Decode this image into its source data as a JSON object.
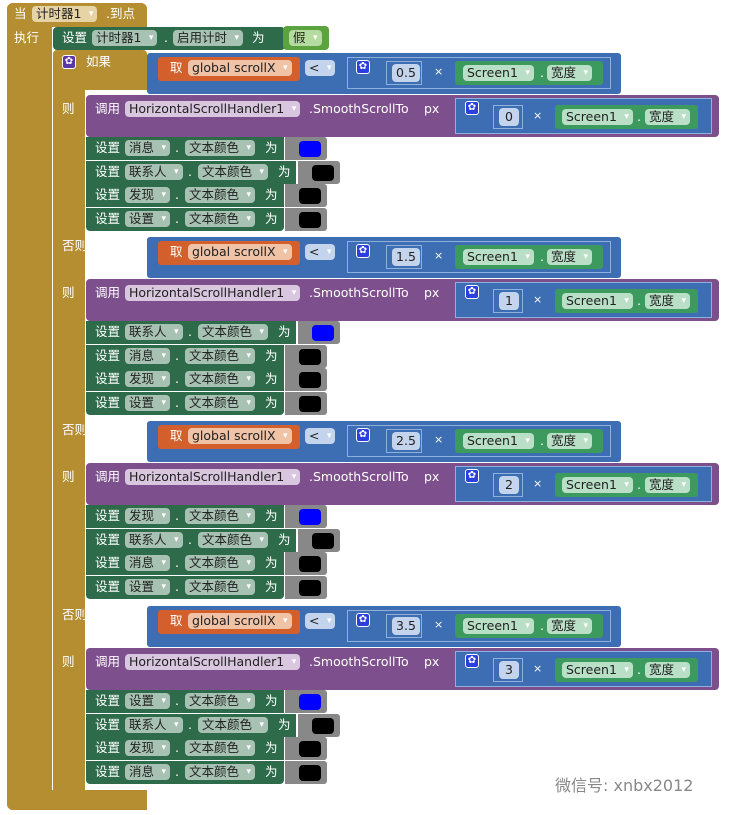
{
  "event": {
    "prefix": "当",
    "component": "计时器1",
    "event_name": ".到点",
    "do_label": "执行"
  },
  "set_timer": {
    "set_label": "设置",
    "component": "计时器1",
    "dot": ".",
    "property": "启用计时",
    "to_label": "为",
    "value": "假"
  },
  "labels": {
    "if": "如果",
    "else_if": "否则，如果",
    "then": "则",
    "get": "取",
    "call": "调用",
    "set": "设置",
    "to": "为",
    "dot": ".",
    "times": "×",
    "method": ".SmoothScrollTo",
    "px": "px"
  },
  "branches": [
    {
      "cond_label": "如果",
      "variable": "global scrollX",
      "operator": "<",
      "threshold": "0.5",
      "screen": "Screen1",
      "screen_prop": "宽度",
      "call_component": "HorizontalScrollHandler1",
      "scroll_multiplier": "0",
      "sets": [
        {
          "component": "消息",
          "property": "文本颜色",
          "color": "#0000ff"
        },
        {
          "component": "联系人",
          "property": "文本颜色",
          "color": "#000000"
        },
        {
          "component": "发现",
          "property": "文本颜色",
          "color": "#000000"
        },
        {
          "component": "设置",
          "property": "文本颜色",
          "color": "#000000"
        }
      ]
    },
    {
      "cond_label": "否则，如果",
      "variable": "global scrollX",
      "operator": "<",
      "threshold": "1.5",
      "screen": "Screen1",
      "screen_prop": "宽度",
      "call_component": "HorizontalScrollHandler1",
      "scroll_multiplier": "1",
      "sets": [
        {
          "component": "联系人",
          "property": "文本颜色",
          "color": "#0000ff"
        },
        {
          "component": "消息",
          "property": "文本颜色",
          "color": "#000000"
        },
        {
          "component": "发现",
          "property": "文本颜色",
          "color": "#000000"
        },
        {
          "component": "设置",
          "property": "文本颜色",
          "color": "#000000"
        }
      ]
    },
    {
      "cond_label": "否则，如果",
      "variable": "global scrollX",
      "operator": "<",
      "threshold": "2.5",
      "screen": "Screen1",
      "screen_prop": "宽度",
      "call_component": "HorizontalScrollHandler1",
      "scroll_multiplier": "2",
      "sets": [
        {
          "component": "发现",
          "property": "文本颜色",
          "color": "#0000ff"
        },
        {
          "component": "联系人",
          "property": "文本颜色",
          "color": "#000000"
        },
        {
          "component": "消息",
          "property": "文本颜色",
          "color": "#000000"
        },
        {
          "component": "设置",
          "property": "文本颜色",
          "color": "#000000"
        }
      ]
    },
    {
      "cond_label": "否则，如果",
      "variable": "global scrollX",
      "operator": "<",
      "threshold": "3.5",
      "screen": "Screen1",
      "screen_prop": "宽度",
      "call_component": "HorizontalScrollHandler1",
      "scroll_multiplier": "3",
      "sets": [
        {
          "component": "设置",
          "property": "文本颜色",
          "color": "#0000ff"
        },
        {
          "component": "联系人",
          "property": "文本颜色",
          "color": "#000000"
        },
        {
          "component": "发现",
          "property": "文本颜色",
          "color": "#000000"
        },
        {
          "component": "消息",
          "property": "文本颜色",
          "color": "#000000"
        }
      ]
    }
  ],
  "watermark": "微信号: xnbx2012",
  "colors": {
    "event_block": "#b58e32",
    "set_block": "#2e6b4a",
    "logic_block": "#5ba33e",
    "math_block": "#3d6db3",
    "call_block": "#7d4f8c",
    "variable_block": "#d25f2c",
    "component_block": "#3d9a5e"
  }
}
